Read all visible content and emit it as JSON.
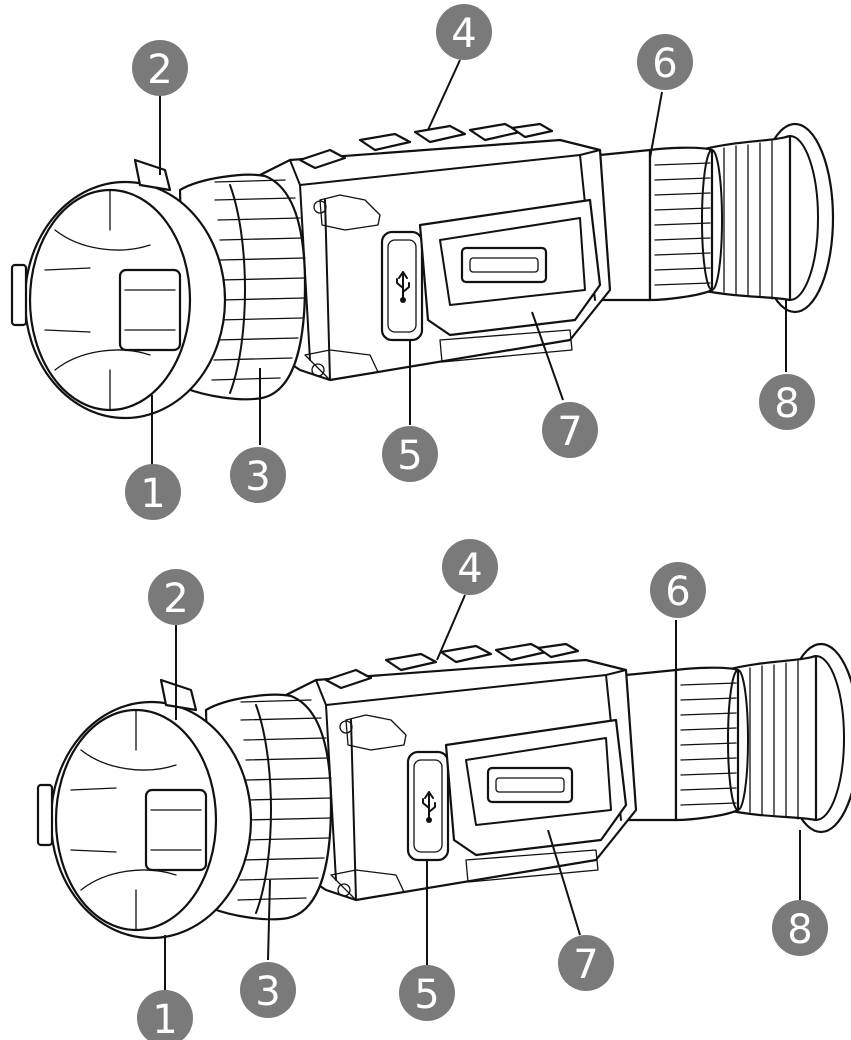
{
  "figure": {
    "views": [
      {
        "id": "view-top",
        "callouts": [
          {
            "label": "1",
            "part": "lens-cap"
          },
          {
            "label": "2",
            "part": "cap-hinge"
          },
          {
            "label": "3",
            "part": "focus-ring"
          },
          {
            "label": "4",
            "part": "top-buttons"
          },
          {
            "label": "5",
            "part": "usb-port"
          },
          {
            "label": "6",
            "part": "diopter-ring"
          },
          {
            "label": "7",
            "part": "battery-compartment"
          },
          {
            "label": "8",
            "part": "eyecup"
          }
        ]
      },
      {
        "id": "view-bottom",
        "callouts": [
          {
            "label": "1",
            "part": "lens-cap"
          },
          {
            "label": "2",
            "part": "cap-hinge"
          },
          {
            "label": "3",
            "part": "focus-ring"
          },
          {
            "label": "4",
            "part": "top-buttons"
          },
          {
            "label": "5",
            "part": "usb-port"
          },
          {
            "label": "6",
            "part": "diopter-ring"
          },
          {
            "label": "7",
            "part": "battery-compartment"
          },
          {
            "label": "8",
            "part": "eyecup"
          }
        ]
      }
    ],
    "colors": {
      "badge": "#7a7a7a",
      "badge_text": "#ffffff",
      "line": "#111111"
    },
    "icons": [
      "usb-icon"
    ]
  }
}
